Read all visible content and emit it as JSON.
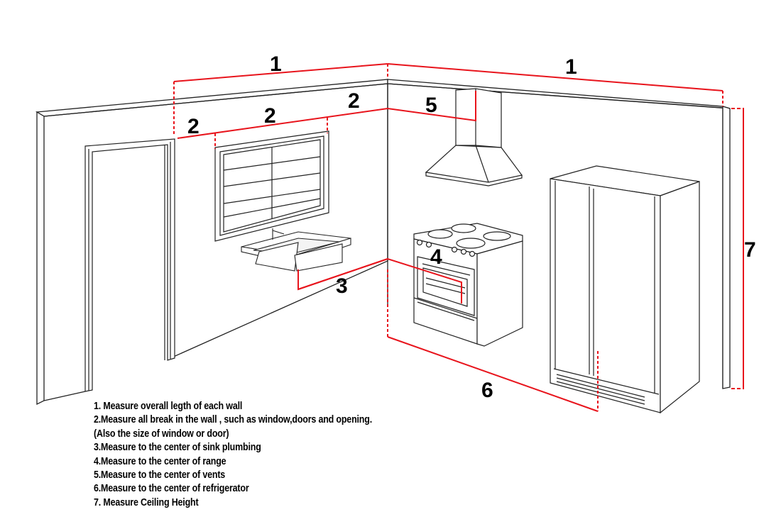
{
  "diagram": {
    "labels": {
      "wall_length_left": "1",
      "wall_length_right": "1",
      "break_left_1": "2",
      "break_left_2": "2",
      "break_left_3": "2",
      "sink_plumbing": "3",
      "range": "4",
      "vents": "5",
      "refrigerator": "6",
      "ceiling_height": "7"
    },
    "colors": {
      "measure_line": "#e8141c",
      "outline": "#222222",
      "background": "#ffffff"
    }
  },
  "instructions": [
    "1. Measure overall legth of each wall",
    "2.Measure all break in the wall , such as window,doors and opening.",
    "(Also the size of window or door)",
    "3.Measure to the center of sink plumbing",
    "4.Measure to the center of range",
    "5.Measure to the center of vents",
    "6.Measure to the center of  refrigerator",
    "7. Measure Ceiling Height"
  ]
}
